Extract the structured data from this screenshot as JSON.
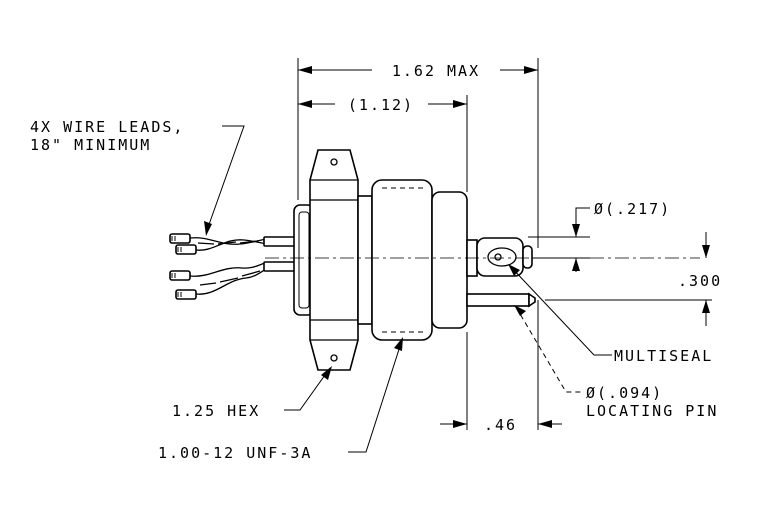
{
  "labels": {
    "overall_length": "1.62 MAX",
    "body_length": "(1.12)",
    "wire_leads_line1": "4X WIRE LEADS,",
    "wire_leads_line2": "18\" MINIMUM",
    "multiseal_diameter": "Ø(.217)",
    "pin_spacing": ".300",
    "multiseal": "MULTISEAL",
    "locating_pin_diameter": "Ø(.094)",
    "locating_pin": "LOCATING PIN",
    "hex": "1.25 HEX",
    "thread": "1.00-12 UNF-3A",
    "pin_length": ".46"
  }
}
